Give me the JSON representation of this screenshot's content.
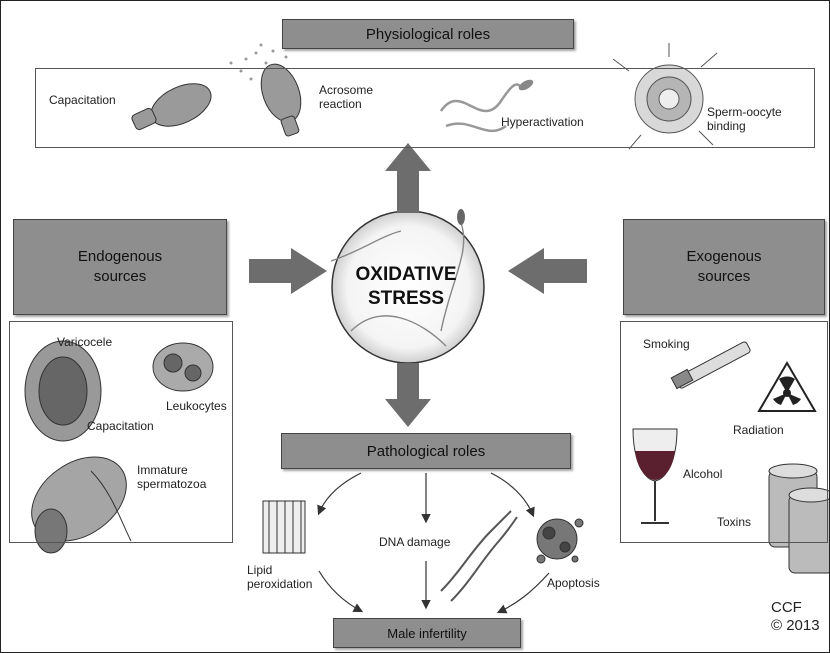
{
  "header": {
    "physiological_roles": "Physiological roles"
  },
  "physiological": {
    "capacitation": "Capacitation",
    "acrosome_reaction": "Acrosome\nreaction",
    "hyperactivation": "Hyperactivation",
    "sperm_oocyte_binding": "Sperm-oocyte\nbinding"
  },
  "center": {
    "label": "OXIDATIVE\nSTRESS"
  },
  "endogenous": {
    "title": "Endogenous\nsources",
    "varicocele": "Varicocele",
    "leukocytes": "Leukocytes",
    "capacitation": "Capacitation",
    "immature": "Immature\nspermatozoa"
  },
  "exogenous": {
    "title": "Exogenous\nsources",
    "smoking": "Smoking",
    "radiation": "Radiation",
    "alcohol": "Alcohol",
    "toxins": "Toxins"
  },
  "pathological": {
    "title": "Pathological roles",
    "lipid": "Lipid\nperoxidation",
    "dna": "DNA damage",
    "apoptosis": "Apoptosis"
  },
  "outcome": {
    "male_infertility": "Male infertility"
  },
  "credit": {
    "text": "CCF\n© 2013"
  },
  "colors": {
    "box_fill": "#8e8e8e",
    "arrow": "#6d6d6d",
    "background": "#ffffff"
  }
}
